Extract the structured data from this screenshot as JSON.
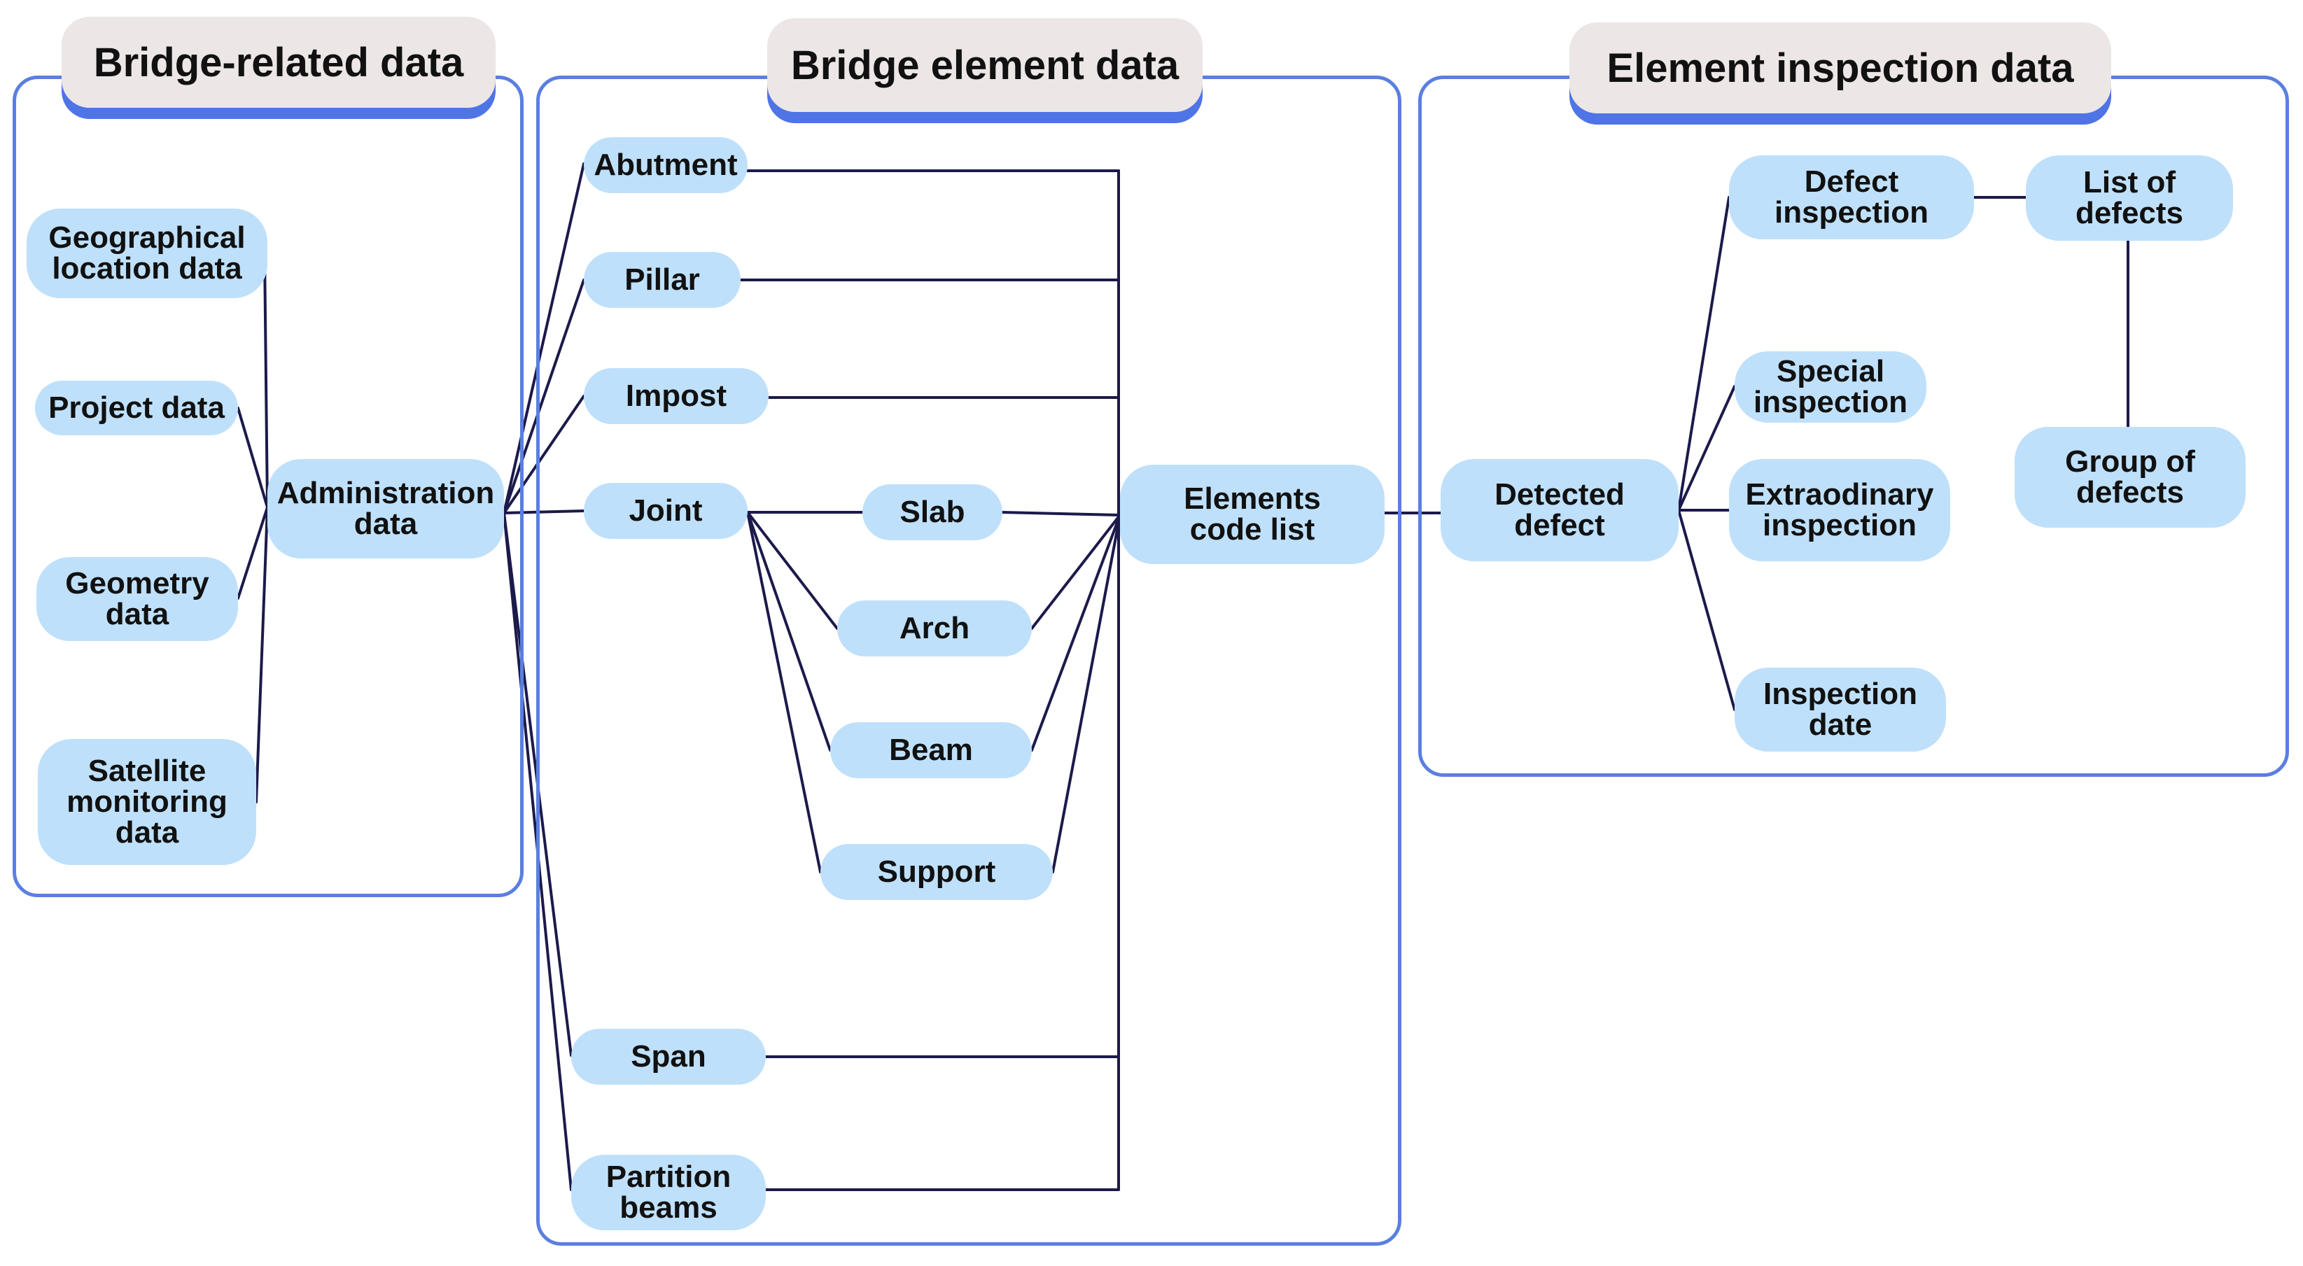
{
  "colors": {
    "panel_border": "#5b7fe0",
    "header_fill": "#ece6e6",
    "header_underline": "#4f74e6",
    "node_fill": "#bfe0fb",
    "connector": "#1c1a4a"
  },
  "panels": {
    "bridge_related": {
      "title": "Bridge-related data"
    },
    "bridge_element": {
      "title": "Bridge element data"
    },
    "element_inspection": {
      "title": "Element inspection data"
    }
  },
  "nodes": {
    "geographical": "Geographical\nlocation data",
    "project": "Project data",
    "geometry": "Geometry\ndata",
    "satellite": "Satellite\nmonitoring\ndata",
    "administration": "Administration\ndata",
    "abutment": "Abutment",
    "pillar": "Pillar",
    "impost": "Impost",
    "joint": "Joint",
    "slab": "Slab",
    "arch": "Arch",
    "beam": "Beam",
    "support": "Support",
    "span": "Span",
    "partition": "Partition\nbeams",
    "elements_code": "Elements\ncode list",
    "detected_defect": "Detected\ndefect",
    "defect_inspection": "Defect\ninspection",
    "special_inspection": "Special\ninspection",
    "extraordinary_inspection": "Extraodinary\ninspection",
    "inspection_date": "Inspection\ndate",
    "list_of_defects": "List of\ndefects",
    "group_of_defects": "Group of\ndefects"
  }
}
